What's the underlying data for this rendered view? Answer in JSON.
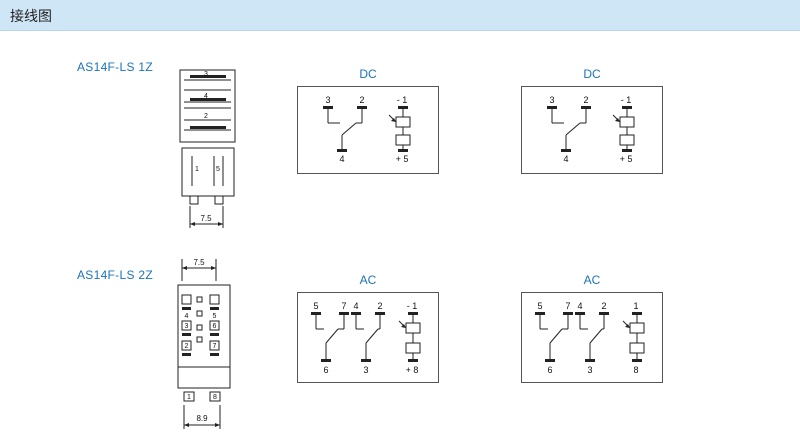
{
  "header": {
    "title": "接线图"
  },
  "sections": [
    {
      "model": "AS14F-LS 1Z",
      "relay": {
        "pin_labels": [
          "3",
          "4",
          "2",
          "1",
          "5"
        ],
        "dimension": "7.5"
      },
      "panels": [
        {
          "title": "DC",
          "labels": {
            "t3": "3",
            "t2": "2",
            "t1": "- 1",
            "t4": "4",
            "t5": "+ 5"
          }
        },
        {
          "title": "DC",
          "labels": {
            "t3": "3",
            "t2": "2",
            "t1": "- 1",
            "t4": "4",
            "t5": "+ 5"
          }
        }
      ]
    },
    {
      "model": "AS14F-LS 2Z",
      "relay": {
        "top_dimension": "7.5",
        "pin_labels": [
          "4",
          "5",
          "3",
          "6",
          "2",
          "7",
          "1",
          "8"
        ],
        "dimension": "8.9"
      },
      "panels": [
        {
          "title": "AC",
          "labels": {
            "t5": "5",
            "t7": "7",
            "t4": "4",
            "t2": "2",
            "t1": "- 1",
            "t6": "6",
            "t3": "3",
            "t8": "+ 8"
          }
        },
        {
          "title": "AC",
          "labels": {
            "t5": "5",
            "t7": "7",
            "t4": "4",
            "t2": "2",
            "t1": "1",
            "t6": "6",
            "t3": "3",
            "t8": "8"
          }
        }
      ]
    }
  ]
}
